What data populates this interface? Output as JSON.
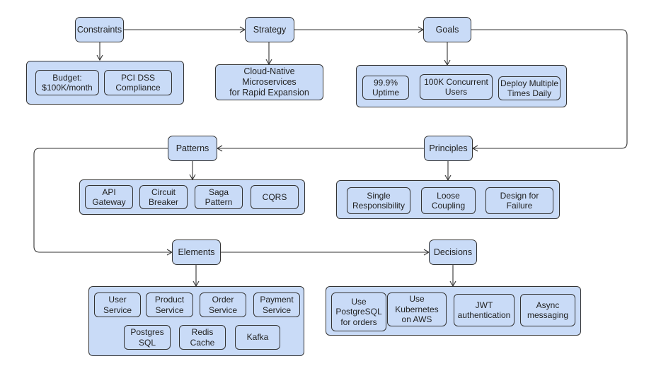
{
  "diagram": {
    "type": "flowchart",
    "colors": {
      "node_fill": "#c9dbf7",
      "stroke": "#333333",
      "background": "#ffffff"
    },
    "nodes": {
      "constraints": {
        "label": "Constraints"
      },
      "strategy": {
        "label": "Strategy"
      },
      "goals": {
        "label": "Goals"
      },
      "principles": {
        "label": "Principles"
      },
      "patterns": {
        "label": "Patterns"
      },
      "elements": {
        "label": "Elements"
      },
      "decisions": {
        "label": "Decisions"
      }
    },
    "groups": {
      "constraints": {
        "items": [
          "Budget:\n$100K/month",
          "PCI DSS\nCompliance"
        ]
      },
      "strategy": {
        "items": [
          "Cloud-Native\nMicroservices\nfor Rapid Expansion"
        ]
      },
      "goals": {
        "items": [
          "99.9%\nUptime",
          "100K Concurrent\nUsers",
          "Deploy Multiple\nTimes Daily"
        ]
      },
      "patterns": {
        "items": [
          "API\nGateway",
          "Circuit\nBreaker",
          "Saga\nPattern",
          "CQRS"
        ]
      },
      "principles": {
        "items": [
          "Single\nResponsibility",
          "Loose\nCoupling",
          "Design for\nFailure"
        ]
      },
      "elements": {
        "items": [
          "User\nService",
          "Product\nService",
          "Order\nService",
          "Payment\nService",
          "Postgres\nSQL",
          "Redis\nCache",
          "Kafka"
        ]
      },
      "decisions": {
        "items": [
          "Use\nPostgreSQL\nfor orders",
          "Use\nKubernetes\non AWS",
          "JWT\nauthentication",
          "Async\nmessaging"
        ]
      }
    },
    "edges": [
      {
        "from": "constraints",
        "to": "strategy"
      },
      {
        "from": "strategy",
        "to": "goals"
      },
      {
        "from": "goals",
        "to": "principles"
      },
      {
        "from": "principles",
        "to": "patterns"
      },
      {
        "from": "patterns",
        "to": "elements"
      },
      {
        "from": "elements",
        "to": "decisions"
      },
      {
        "from": "constraints",
        "to": "constraints-group"
      },
      {
        "from": "strategy",
        "to": "strategy-group"
      },
      {
        "from": "goals",
        "to": "goals-group"
      },
      {
        "from": "principles",
        "to": "principles-group"
      },
      {
        "from": "patterns",
        "to": "patterns-group"
      },
      {
        "from": "elements",
        "to": "elements-group"
      },
      {
        "from": "decisions",
        "to": "decisions-group"
      }
    ]
  }
}
